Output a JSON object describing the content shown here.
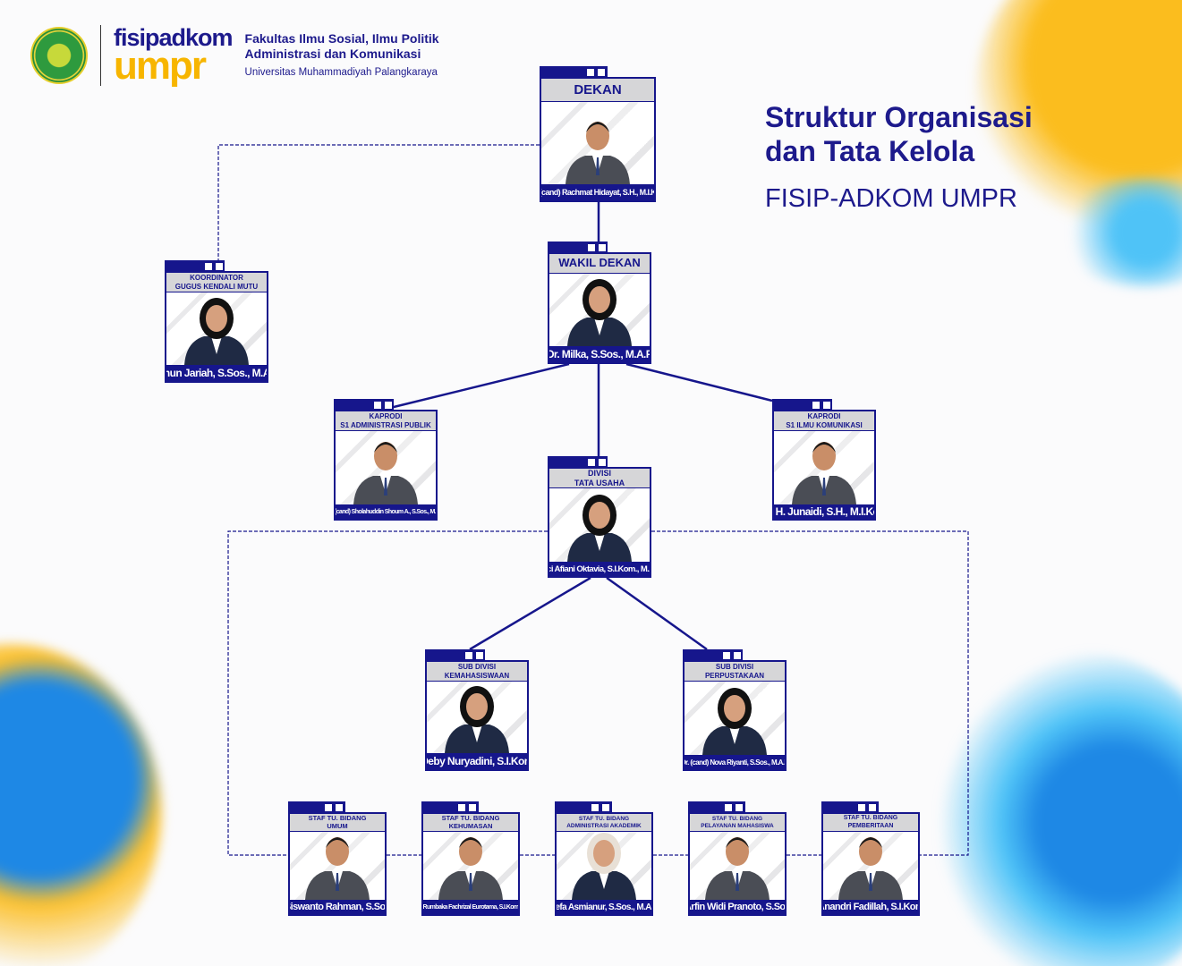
{
  "header": {
    "brand_top": "fisipadkom",
    "brand_bottom": "umpr",
    "faculty_line1": "Fakultas Ilmu Sosial, Ilmu Politik",
    "faculty_line2": "Administrasi dan Komunikasi",
    "university": "Universitas Muhammadiyah Palangkaraya"
  },
  "title": {
    "line1": "Struktur Organisasi",
    "line2": "dan Tata Kelola",
    "subtitle": "FISIP-ADKOM UMPR"
  },
  "colors": {
    "navy": "#16168c",
    "yellow": "#f7b500",
    "blue": "#1e88e5"
  },
  "cards": [
    {
      "id": "dekan",
      "role": "DEKAN",
      "name": "Dr. (cand) Rachmat Hidayat, S.H., M.I.Kom",
      "person": "male"
    },
    {
      "id": "koordinator",
      "role": "KOORDINATOR\nGUGUS KENDALI MUTU",
      "name": "Ainun Jariah, S.Sos., M.A.P",
      "person": "hijab"
    },
    {
      "id": "wakil-dekan",
      "role": "WAKIL DEKAN",
      "name": "Dr. Milka, S.Sos., M.A.P",
      "person": "hijab"
    },
    {
      "id": "kaprodi-ap",
      "role": "KAPRODI\nS1 ADMINISTRASI PUBLIK",
      "name": "Dr. (cand) Sholahuddin Shoum A., S.Sos., M.A.P",
      "person": "male"
    },
    {
      "id": "kaprodi-ik",
      "role": "KAPRODI\nS1 ILMU KOMUNIKASI",
      "name": "Dr. H. Junaidi, S.H., M.I.Kom",
      "person": "male"
    },
    {
      "id": "divisi-tu",
      "role": "DIVISI\nTATA USAHA",
      "name": "Luci Afiani Oktavia, S.I.Kom., M.A.P",
      "person": "hijab"
    },
    {
      "id": "sub-kemahasiswaan",
      "role": "SUB DIVISI\nKEMAHASISWAAN",
      "name": "Deby Nuryadini, S.I.Kom",
      "person": "hijab"
    },
    {
      "id": "sub-perpustakaan",
      "role": "SUB DIVISI\nPERPUSTAKAAN",
      "name": "Dr. (cand) Nova Riyanti, S.Sos., M.A.P",
      "person": "hijab"
    },
    {
      "id": "staf-umum",
      "role": "STAF TU. BIDANG\nUMUM",
      "name": "Siswanto Rahman, S.Sos",
      "person": "male"
    },
    {
      "id": "staf-kehumasan",
      "role": "STAF TU. BIDANG\nKEHUMASAN",
      "name": "Rumbaka Fachrizal Eurotama, S.I.Kom",
      "person": "male"
    },
    {
      "id": "staf-akademik",
      "role": "STAF TU. BIDANG\nADMINISTRASI AKADEMIK",
      "name": "Refa Asmianur, S.Sos., M.A.P",
      "person": "hijab-light"
    },
    {
      "id": "staf-pelayanan",
      "role": "STAF TU. BIDANG\nPELAYANAN MAHASISWA",
      "name": "Arfin Widi Pranoto, S.Sos",
      "person": "male"
    },
    {
      "id": "staf-pemberitaan",
      "role": "STAF TU. BIDANG\nPEMBERITAAN",
      "name": "Anandri Fadillah, S.I.Kom",
      "person": "male"
    }
  ]
}
